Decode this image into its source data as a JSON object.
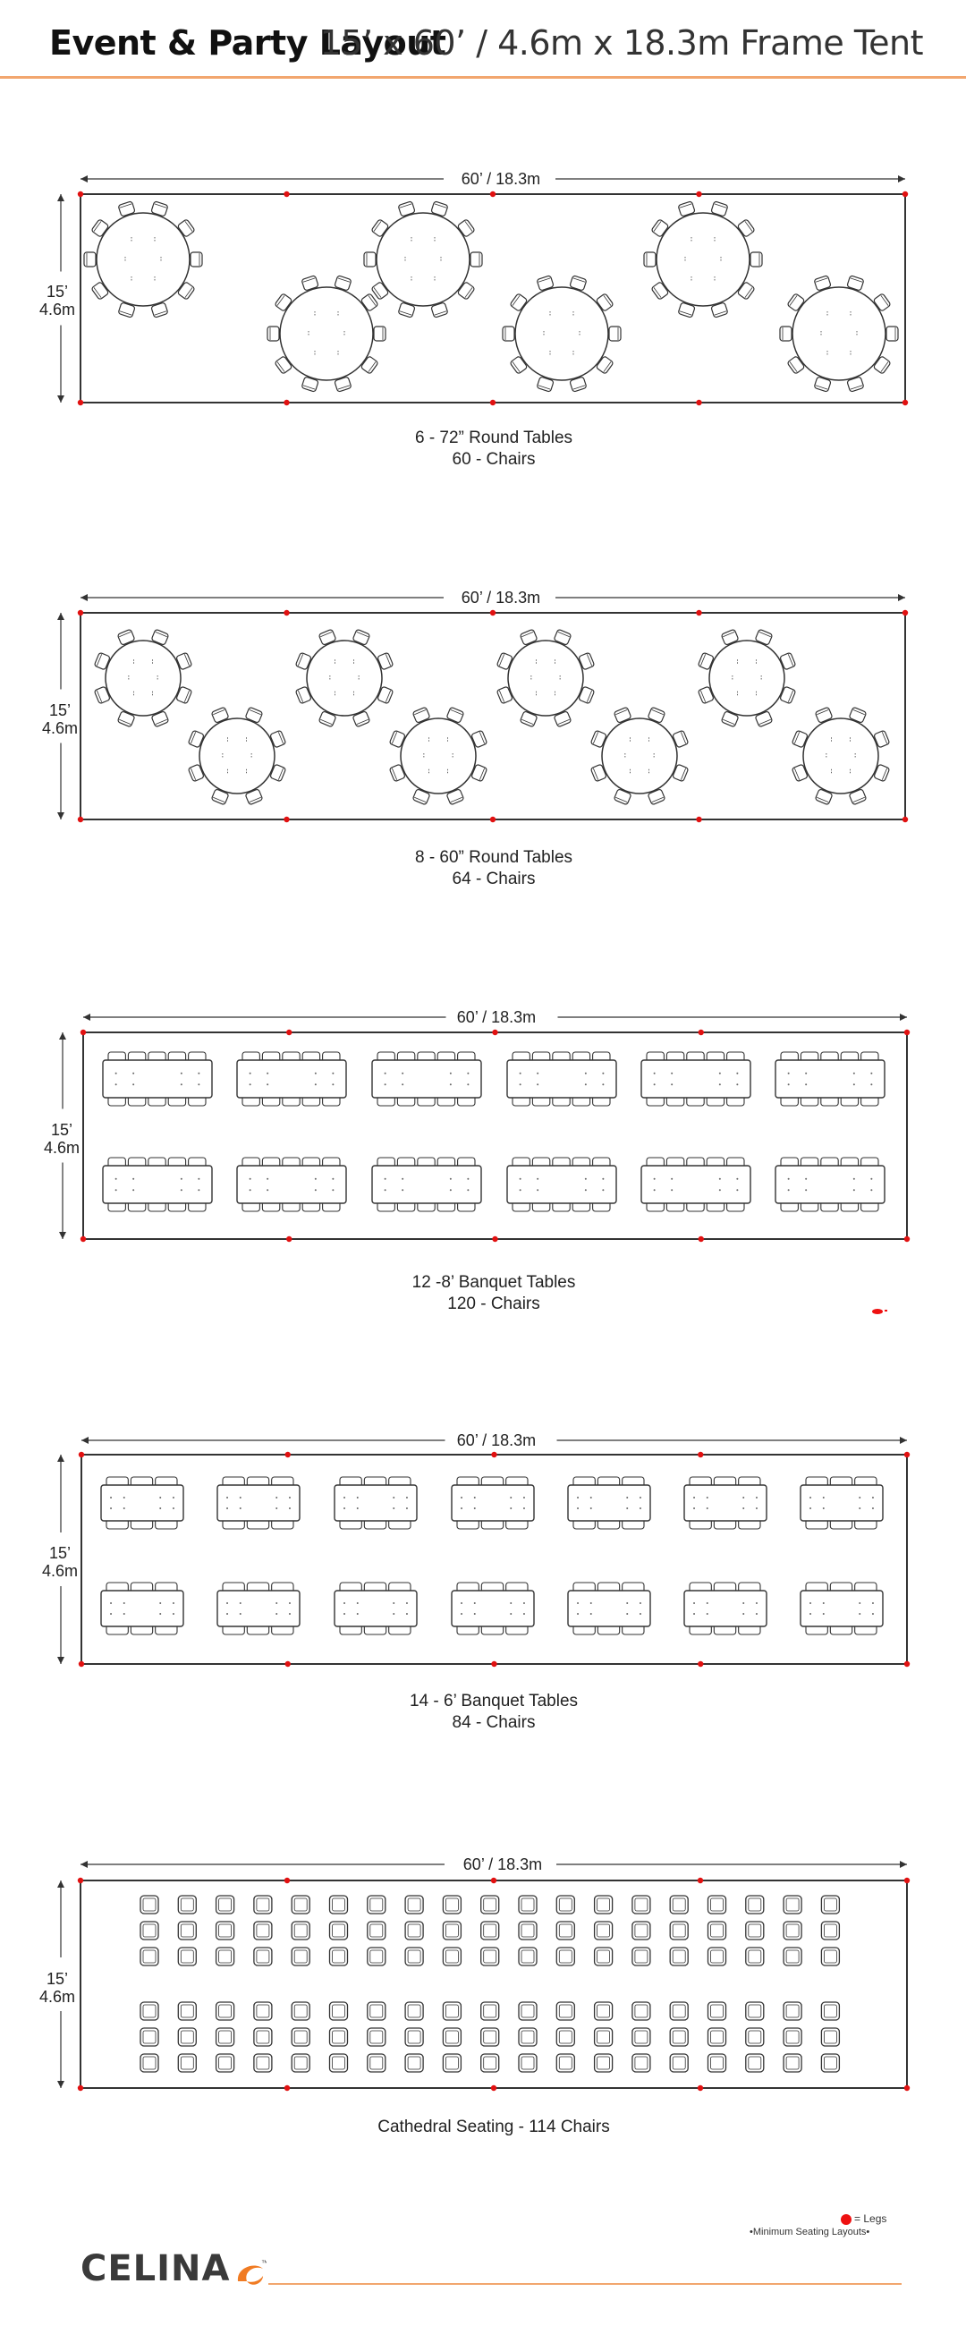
{
  "header": {
    "title": "Event & Party Layout",
    "subtitle": "15’ x 60’ / 4.6m x 18.3m Frame Tent"
  },
  "dimensions": {
    "width_label": "60’ / 18.3m",
    "height_label_ft": "15’",
    "height_label_m": "4.6m"
  },
  "colors": {
    "leg": "#e11111",
    "outline": "#333333",
    "accent_line": "#f2a66e"
  },
  "layouts": [
    {
      "id": "round72",
      "line1": "6 - 72” Round Tables",
      "line2": "60 - Chairs",
      "table_count": 6,
      "chair_count": 60
    },
    {
      "id": "round60",
      "line1": "8 - 60” Round Tables",
      "line2": "64 - Chairs",
      "table_count": 8,
      "chair_count": 64
    },
    {
      "id": "banquet8",
      "line1": "12 -8’  Banquet Tables",
      "line2": "120 - Chairs",
      "table_count": 12,
      "chair_count": 120
    },
    {
      "id": "banquet6",
      "line1": "14 - 6’ Banquet Tables",
      "line2": "84 - Chairs",
      "table_count": 14,
      "chair_count": 84
    },
    {
      "id": "cathedral",
      "line1": "Cathedral Seating - 114 Chairs",
      "line2": "",
      "table_count": 0,
      "chair_count": 114
    }
  ],
  "legend": {
    "legs_label": "= Legs",
    "min_label": "•Minimum Seating Layouts•"
  },
  "brand": {
    "name": "CELINA",
    "trademark": "™",
    "logo_icon": "orange-swoosh-icon"
  }
}
